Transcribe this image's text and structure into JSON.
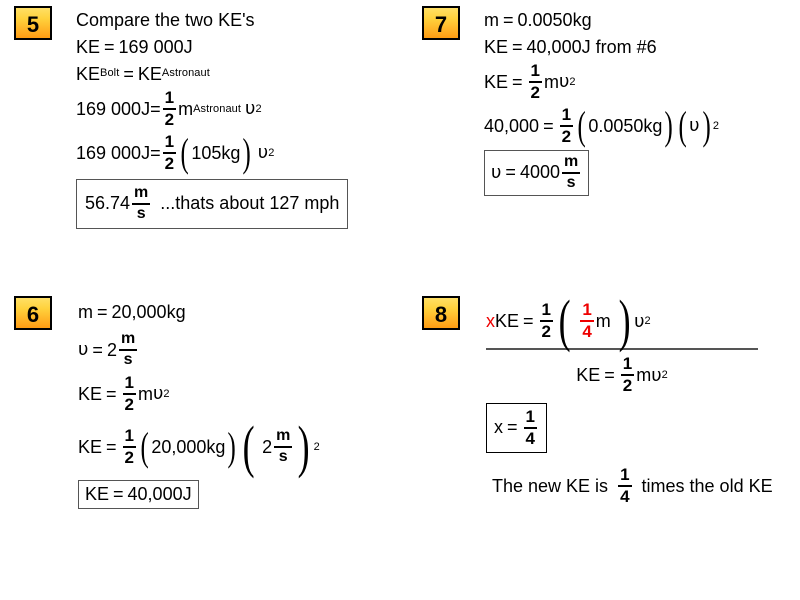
{
  "page": {
    "title": "Kinetic Energy Worked Solutions 5-8",
    "background": "#ffffff",
    "text_color": "#000000",
    "accent_red": "#ee0000",
    "badge_gradient_top": "#ffe066",
    "badge_gradient_bottom": "#ff9c13",
    "box_border": "#555555"
  },
  "panels": [
    {
      "number": "5",
      "badge_label": "5",
      "prompt": "Compare the two KE's",
      "lines": {
        "given_ke": {
          "lhs": "KE",
          "eq": "=",
          "rhs": "169 000J"
        },
        "equality": {
          "lhs_base": "KE",
          "lhs_sub": "Bolt",
          "eq": "=",
          "rhs_base": "KE",
          "rhs_sub": "Astronaut"
        },
        "sub_mass": {
          "lhs": "169 000J",
          "eq": "=",
          "frac_num": "1",
          "frac_den": "2",
          "m": "m",
          "m_sub": "Astronaut",
          "v": "υ",
          "v_exp": "2"
        },
        "sub_value": {
          "lhs": "169 000J",
          "eq": "=",
          "frac_num": "1",
          "frac_den": "2",
          "paren": "105kg",
          "v": "υ",
          "v_exp": "2"
        }
      },
      "answer_box": {
        "value": "56.74",
        "unit_num": "m",
        "unit_den": "s",
        "note": "...thats about 127 mph"
      }
    },
    {
      "number": "7",
      "badge_label": "7",
      "lines": {
        "mass": {
          "lhs": "m",
          "eq": "=",
          "rhs": "0.0050kg"
        },
        "energy": {
          "lhs": "KE",
          "eq": "=",
          "rhs": "40,000J from #6"
        },
        "formula": {
          "lhs": "KE",
          "eq": "=",
          "frac_num": "1",
          "frac_den": "2",
          "m": "m",
          "v": "υ",
          "v_exp": "2"
        },
        "substituted": {
          "lhs": "40,000",
          "eq": "=",
          "frac_num": "1",
          "frac_den": "2",
          "paren1": "0.0050kg",
          "paren2": "υ",
          "exp": "2"
        }
      },
      "answer_box": {
        "v": "υ",
        "eq": "=",
        "value": "4000",
        "unit_num": "m",
        "unit_den": "s"
      }
    },
    {
      "number": "6",
      "badge_label": "6",
      "lines": {
        "mass": {
          "lhs": "m",
          "eq": "=",
          "rhs": "20,000kg"
        },
        "velocity": {
          "lhs": "υ",
          "eq": "=",
          "value": "2",
          "unit_num": "m",
          "unit_den": "s"
        },
        "formula": {
          "lhs": "KE",
          "eq": "=",
          "frac_num": "1",
          "frac_den": "2",
          "m": "m",
          "v": "υ",
          "v_exp": "2"
        },
        "substituted": {
          "lhs": "KE",
          "eq": "=",
          "frac_num": "1",
          "frac_den": "2",
          "paren1": "20,000kg",
          "paren2_value": "2",
          "paren2_unit_num": "m",
          "paren2_unit_den": "s",
          "exp": "2"
        }
      },
      "answer_box": {
        "lhs": "KE",
        "eq": "=",
        "value": "40,000J"
      }
    },
    {
      "number": "8",
      "badge_label": "8",
      "ratio": {
        "numerator": {
          "x": "x",
          "lhs": "KE",
          "eq": "=",
          "frac_num": "1",
          "frac_den": "2",
          "inner_frac_num": "1",
          "inner_frac_den": "4",
          "m": "m",
          "v": "υ",
          "v_exp": "2"
        },
        "denominator": {
          "lhs": "KE",
          "eq": "=",
          "frac_num": "1",
          "frac_den": "2",
          "m": "m",
          "v": "υ",
          "v_exp": "2"
        }
      },
      "answer_box": {
        "lhs": "x",
        "eq": "=",
        "frac_num": "1",
        "frac_den": "4"
      },
      "conclusion": {
        "before": "The new KE is",
        "frac_num": "1",
        "frac_den": "4",
        "after": "times the old KE"
      }
    }
  ]
}
